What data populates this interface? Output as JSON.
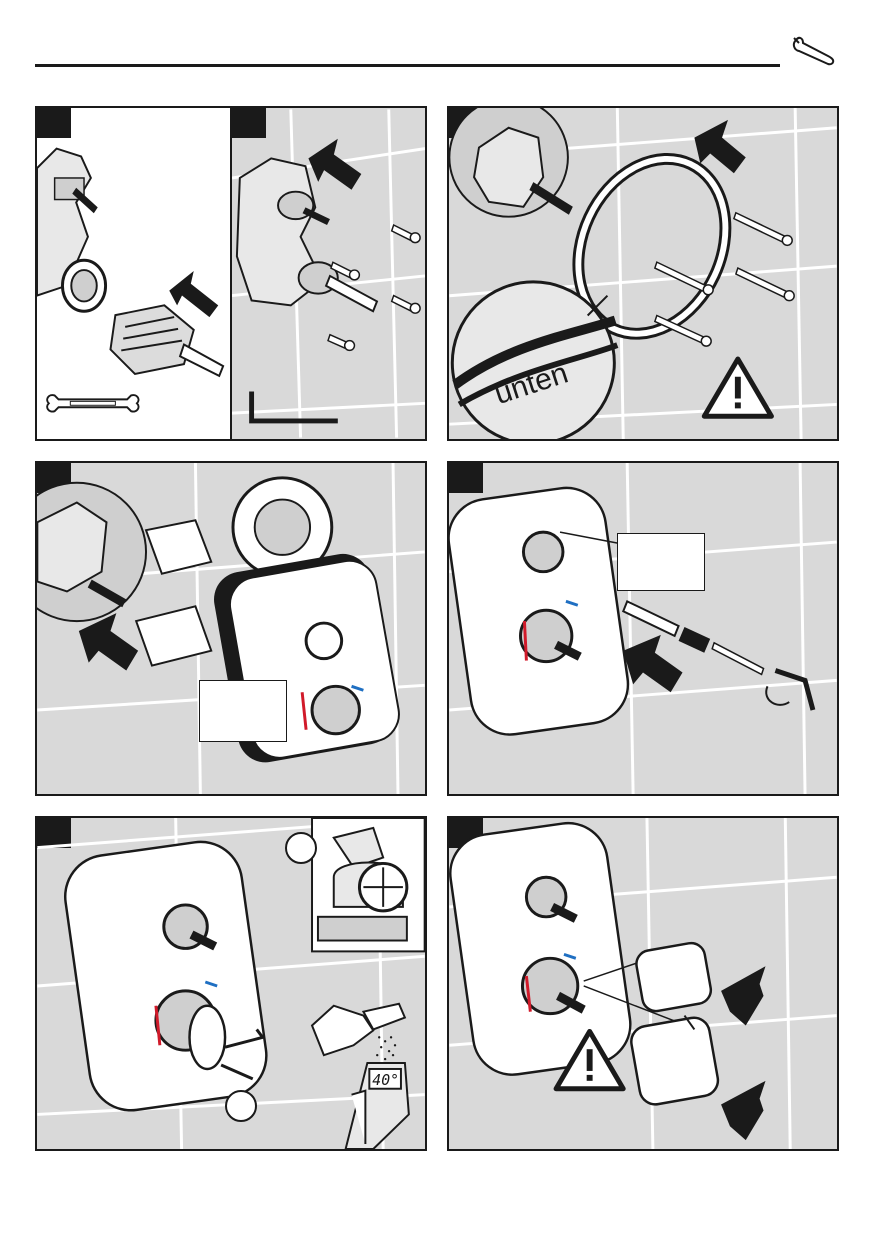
{
  "page": {
    "header_icon": "wrench-icon",
    "colors": {
      "line": "#1a1a1a",
      "panel_bg": "#d9d9d9",
      "tile_line": "#ffffff",
      "hot": "#d11a2a",
      "cold": "#1f6fc2",
      "white": "#ffffff"
    }
  },
  "panels": [
    {
      "id": "step-1",
      "content": "cartridge-insertion",
      "icons": [
        "open-end-wrench-icon",
        "push-arrow-icon"
      ]
    },
    {
      "id": "step-2",
      "content": "body-screws",
      "icons": [
        "hex-key-icon",
        "push-arrow-icon"
      ]
    },
    {
      "id": "step-3",
      "content": "mounting-ring",
      "label": "unten",
      "icons": [
        "warning-icon",
        "push-arrow-icon"
      ]
    },
    {
      "id": "step-4",
      "content": "extension-and-gasket",
      "icons": [
        "push-arrow-icon"
      ]
    },
    {
      "id": "step-5",
      "content": "cover-plate-fixing",
      "icons": [
        "hex-key-icon",
        "push-arrow-icon"
      ]
    },
    {
      "id": "step-6",
      "content": "temperature-calibration",
      "display_value": "40°",
      "icons": [
        "thermometer-icon",
        "hand-shower-icon"
      ]
    },
    {
      "id": "step-7",
      "content": "handle-fitting",
      "icons": [
        "warning-icon",
        "push-arrow-icon"
      ]
    }
  ]
}
